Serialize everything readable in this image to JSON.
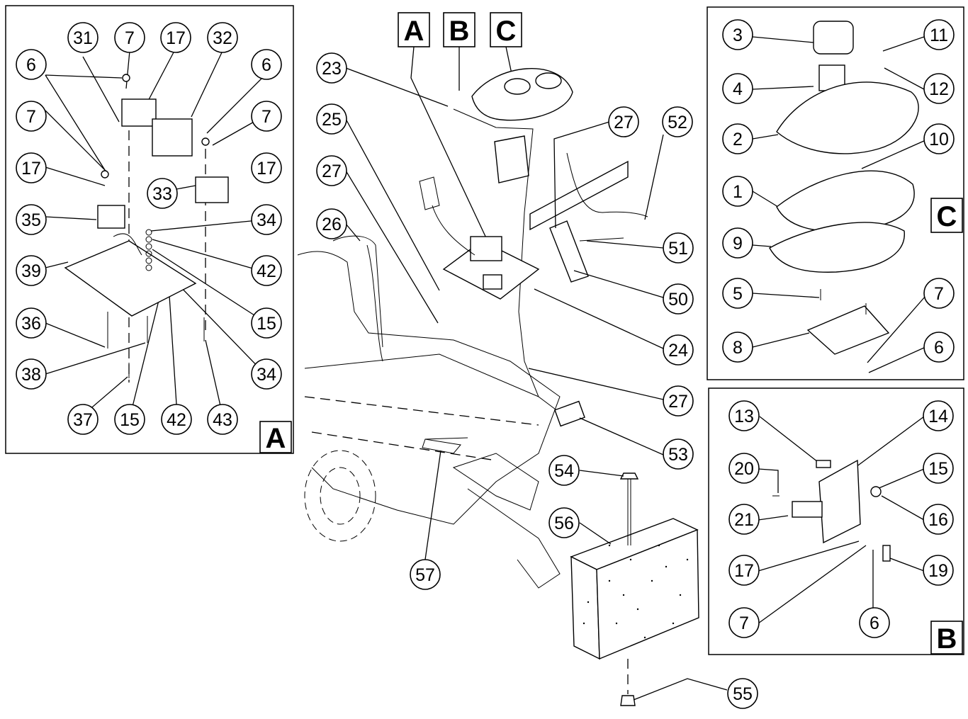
{
  "diagram": {
    "section_labels": {
      "top": [
        "A",
        "B",
        "C"
      ],
      "panel_a": "A",
      "panel_b": "B",
      "panel_c": "C"
    },
    "callouts": {
      "panel_a": [
        "31",
        "7",
        "17",
        "32",
        "6",
        "6",
        "7",
        "7",
        "17",
        "17",
        "33",
        "35",
        "34",
        "39",
        "42",
        "15",
        "36",
        "34",
        "38",
        "37",
        "15",
        "42",
        "43"
      ],
      "panel_c": [
        "3",
        "11",
        "4",
        "12",
        "2",
        "10",
        "1",
        "9",
        "5",
        "7",
        "8",
        "6"
      ],
      "panel_b": [
        "13",
        "14",
        "20",
        "15",
        "21",
        "16",
        "17",
        "19",
        "7",
        "6"
      ],
      "main": [
        "23",
        "25",
        "27",
        "52",
        "27",
        "26",
        "51",
        "50",
        "24",
        "27",
        "53",
        "54",
        "56",
        "57",
        "55"
      ]
    }
  }
}
